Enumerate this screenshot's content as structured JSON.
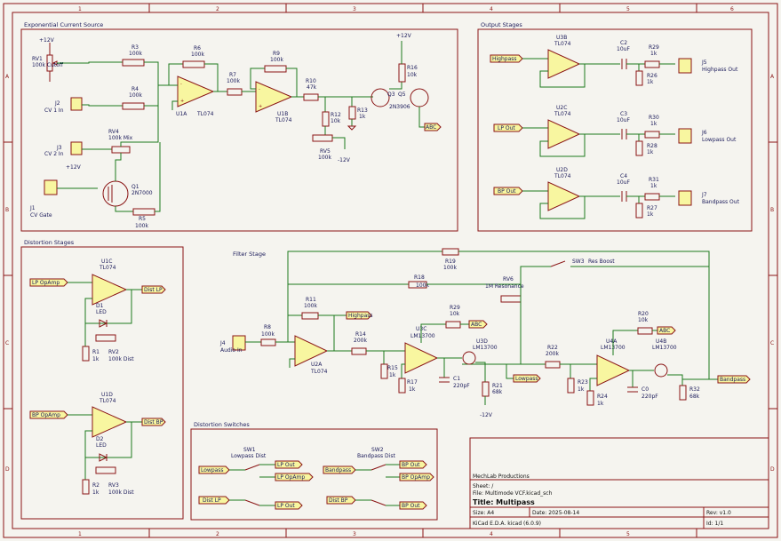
{
  "border": {
    "cols": [
      "1",
      "2",
      "3",
      "4",
      "5",
      "6"
    ],
    "rows": [
      "A",
      "B",
      "C",
      "D"
    ]
  },
  "blocks": {
    "ecs": "Exponential Current Source",
    "out": "Output Stages",
    "dist": "Distortion Stages",
    "filter": "Filter Stage",
    "switches": "Distortion Switches"
  },
  "ecs": {
    "rv1": [
      "RV1",
      "100k Cutoff"
    ],
    "j2": [
      "J2",
      "CV 1 In"
    ],
    "j3": [
      "J3",
      "CV 2 In"
    ],
    "j1": [
      "J1",
      "CV Gate"
    ],
    "rv4": [
      "RV4",
      "100k Mix"
    ],
    "r3": [
      "R3",
      "100k"
    ],
    "r4": [
      "R4",
      "100k"
    ],
    "r6": [
      "R6",
      "100k"
    ],
    "r9": [
      "R9",
      "100k"
    ],
    "r7": [
      "R7",
      "100k"
    ],
    "r5": [
      "R5",
      "100k"
    ],
    "r10": [
      "R10",
      "47k"
    ],
    "r12": [
      "R12",
      "10k"
    ],
    "r13": [
      "R13",
      "1k"
    ],
    "r16": [
      "R16",
      "10k"
    ],
    "rv5": [
      "RV5",
      "100k"
    ],
    "u1a": [
      "U1A",
      "TL074"
    ],
    "u1b": [
      "U1B",
      "TL074"
    ],
    "q1": [
      "Q1",
      "2N7000"
    ],
    "q3": "Q3",
    "q5": "Q5",
    "qval": "2N3906",
    "p12": [
      "+12V",
      "+12V",
      "+12V"
    ],
    "m12": "-12V",
    "abc": "ABC"
  },
  "out": {
    "u3b": [
      "U3B",
      "TL074"
    ],
    "u2c": [
      "U2C",
      "TL074"
    ],
    "u2d": [
      "U2D",
      "TL074"
    ],
    "hp": "Highpass",
    "lp": "LP Out",
    "bp": "BP Out",
    "c2": [
      "C2",
      "10uF"
    ],
    "c3": [
      "C3",
      "10uF"
    ],
    "c4": [
      "C4",
      "10uF"
    ],
    "r29": [
      "R29",
      "1k"
    ],
    "r30": [
      "R30",
      "1k"
    ],
    "r31": [
      "R31",
      "1k"
    ],
    "r26": [
      "R26",
      "1k"
    ],
    "r28": [
      "R28",
      "1k"
    ],
    "r27": [
      "R27",
      "1k"
    ],
    "j5": [
      "J5",
      "Highpass Out"
    ],
    "j6": [
      "J6",
      "Lowpass Out"
    ],
    "j7": [
      "J7",
      "Bandpass Out"
    ]
  },
  "dist": {
    "u1c": [
      "U1C",
      "TL074"
    ],
    "u1d": [
      "U1D",
      "TL074"
    ],
    "lpin": "LP OpAmp",
    "bpin": "BP OpAmp",
    "lpout": "Dist LP",
    "bpout": "Dist BP",
    "d1": [
      "D1",
      "LED"
    ],
    "d2": [
      "D2",
      "LED"
    ],
    "rv2": [
      "RV2",
      "100k Dist"
    ],
    "rv3": [
      "RV3",
      "100k Dist"
    ],
    "r1": [
      "R1",
      "1k"
    ],
    "r2": [
      "R2",
      "1k"
    ]
  },
  "filter": {
    "j4": [
      "J4",
      "Audio In"
    ],
    "r8": [
      "R8",
      "100k"
    ],
    "r11": [
      "R11",
      "100k"
    ],
    "r19": [
      "R19",
      "100k"
    ],
    "r18": [
      "R18",
      "100k"
    ],
    "r14": [
      "R14",
      "200k"
    ],
    "r15": [
      "R15",
      "1k"
    ],
    "r17": [
      "R17",
      "1k"
    ],
    "r21": [
      "R21",
      "68k"
    ],
    "r22": [
      "R22",
      "200k"
    ],
    "r23": [
      "R23",
      "1k"
    ],
    "r24": [
      "R24",
      "1k"
    ],
    "r32": [
      "R32",
      "68k"
    ],
    "r29": [
      "R29",
      "10k"
    ],
    "r20": [
      "R20",
      "10k"
    ],
    "rv6": [
      "RV6",
      "1M Resonance"
    ],
    "sw3": [
      "SW3",
      "Res Boost"
    ],
    "u2a": [
      "U2A",
      "TL074"
    ],
    "u3c": [
      "U3C",
      "LM13700"
    ],
    "u3d": [
      "U3D",
      "LM13700"
    ],
    "u4a": [
      "U4A",
      "LM13700"
    ],
    "u4b": [
      "U4B",
      "LM13700"
    ],
    "c1": [
      "C1",
      "220pF"
    ],
    "c0": [
      "C0",
      "220pF"
    ],
    "hp": "Highpass",
    "abc": "ABC",
    "lowpass": "Lowpass",
    "bandpass": "Bandpass",
    "m12": "-12V"
  },
  "switches": {
    "sw1": [
      "SW1",
      "Lowpass Dist"
    ],
    "sw2": [
      "SW2",
      "Bandpass Dist"
    ],
    "lowpass": "Lowpass",
    "bandpass": "Bandpass",
    "distlp": "Dist LP",
    "distbp": "Dist BP",
    "lpout": "LP Out",
    "lpopamp": "LP OpAmp",
    "bpout": "BP Out",
    "bpopamp": "BP OpAmp"
  },
  "titleblock": {
    "company": "MechLab Productions",
    "sheet": "Sheet: /",
    "file": "File: Multimode VCF.kicad_sch",
    "title": "Title: Multipass",
    "size": "Size: A4",
    "date": "Date: 2025-08-14",
    "rev": "Rev: v1.0",
    "tool": "KiCad E.D.A.  kicad (6.0.9)",
    "id": "Id: 1/1"
  }
}
